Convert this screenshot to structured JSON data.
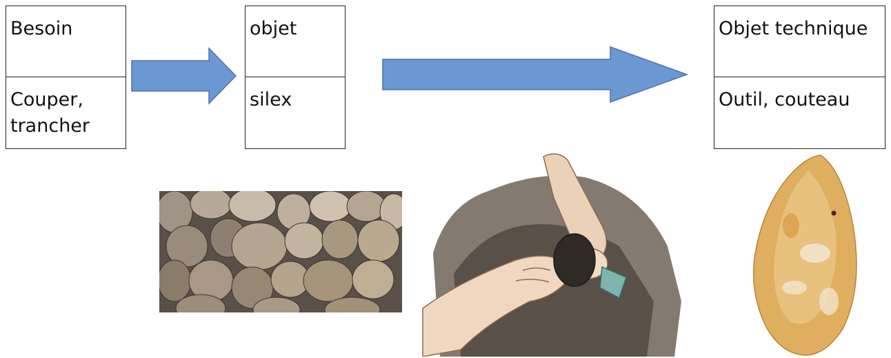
{
  "boxes": {
    "need": {
      "top": "Besoin",
      "bottom": "Couper, trancher"
    },
    "object": {
      "top": "objet",
      "bottom": "silex"
    },
    "technical": {
      "top": "Objet technique",
      "bottom": "Outil, couteau"
    }
  },
  "colors": {
    "arrow_fill": "#6b97d2",
    "arrow_stroke": "#4a74ad"
  },
  "images": {
    "pebbles": "pebbles-photo",
    "knapping": "flint-knapping-illustration",
    "handaxe": "flint-handaxe-photo"
  }
}
